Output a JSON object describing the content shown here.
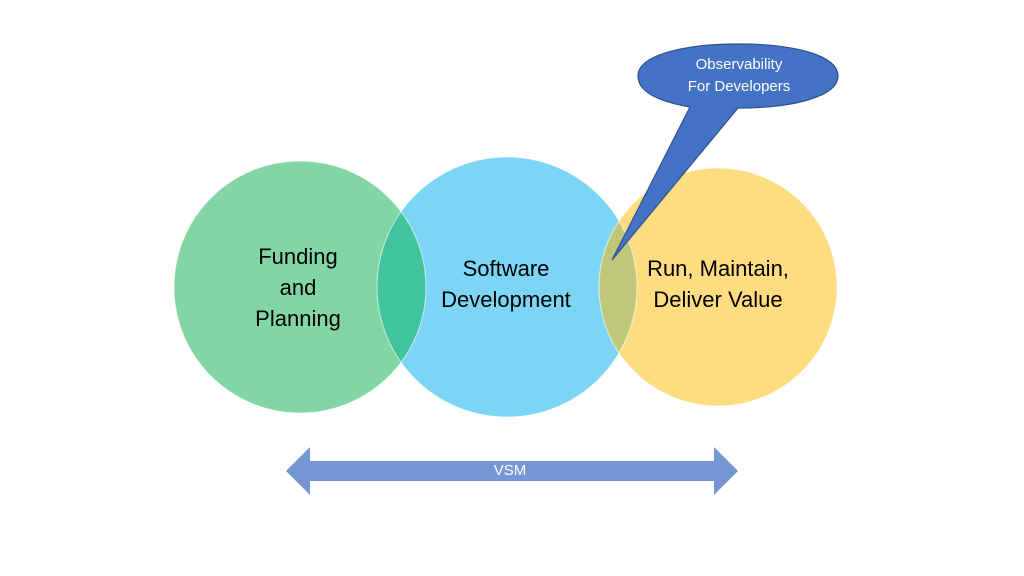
{
  "circles": [
    {
      "label": "Funding\nand\nPlanning",
      "color": "#82d6a4"
    },
    {
      "label": "Software\nDevelopment",
      "color": "#7dd5f6"
    },
    {
      "label": "Run, Maintain,\nDeliver Value",
      "color": "#fedd80"
    }
  ],
  "overlap_colors": {
    "green_blue": "#41c49d",
    "blue_yellow": "#bfc77a"
  },
  "callout": {
    "label": "Observability\nFor Developers",
    "color": "#4472c4"
  },
  "arrow": {
    "label": "VSM",
    "color": "#7597d3"
  }
}
